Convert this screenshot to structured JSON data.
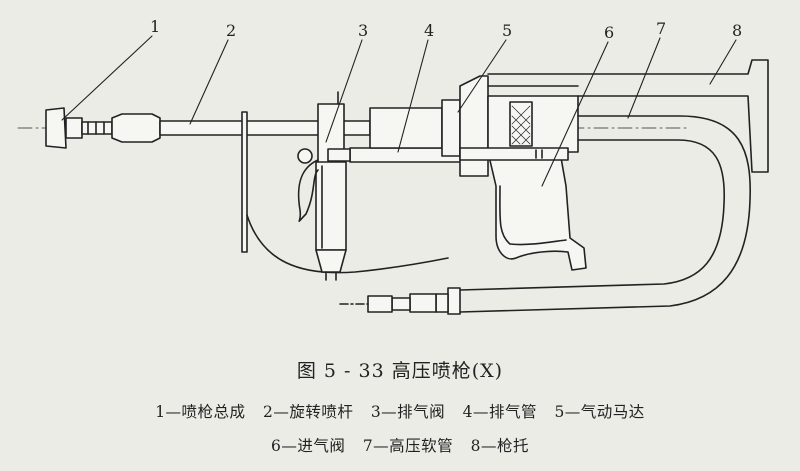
{
  "figure": {
    "caption": "图 5 - 33   高压喷枪(Ⅹ)",
    "callouts": [
      "1",
      "2",
      "3",
      "4",
      "5",
      "6",
      "7",
      "8"
    ],
    "legend_row_1": [
      "1—喷枪总成",
      "2—旋转喷杆",
      "3—排气阀",
      "4—排气管",
      "5—气动马达"
    ],
    "legend_row_2": [
      "6—进气阀",
      "7—高压软管",
      "8—枪托"
    ]
  },
  "colors": {
    "background": "#ecece6",
    "line": "#222222"
  }
}
